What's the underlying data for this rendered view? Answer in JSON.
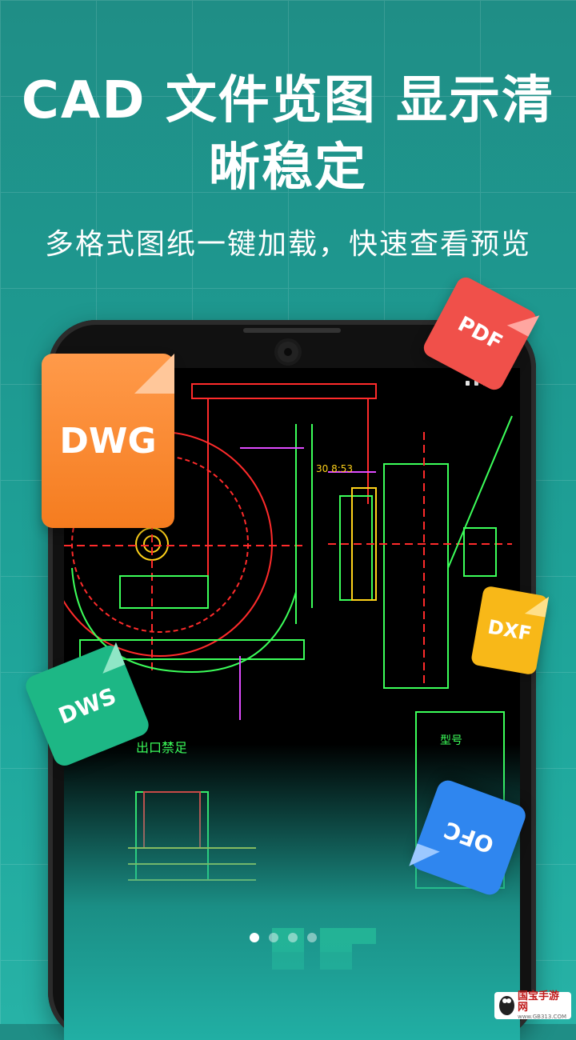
{
  "headline": {
    "line1": "CAD 文件览图 显示清",
    "line2": "晰稳定"
  },
  "subtitle": "多格式图纸一键加载，快速查看预览",
  "file_badges": [
    "DWG",
    "PDF",
    "DXF",
    "DWS",
    "OFC"
  ],
  "drawing_labels": {
    "dim1": "30 8:53",
    "dim2": "出口禁足",
    "dim3": "型号"
  },
  "pager": {
    "count": 4,
    "active": 1
  },
  "watermark": {
    "name": "国宝手游网",
    "url": "www.GB313.COM"
  },
  "colors": {
    "bg_top": "#1f8e86",
    "bg_bottom": "#27b2a6",
    "dwg": "#f57c1f",
    "pdf": "#f0504a",
    "dxf": "#f8b818",
    "dws": "#1db785",
    "ofc": "#2f86ef"
  }
}
